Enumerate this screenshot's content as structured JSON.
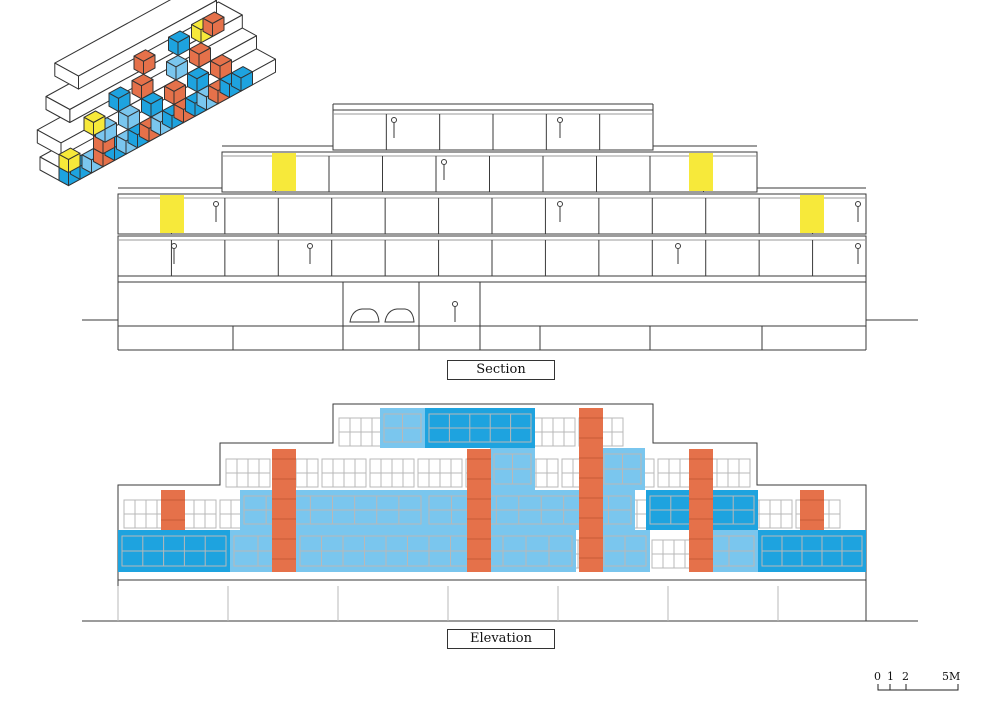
{
  "labels": {
    "section": "Section",
    "elevation": "Elevation"
  },
  "scale_bar": {
    "ticks": [
      "0",
      "1",
      "2",
      "5M"
    ]
  },
  "colors": {
    "line": "#3a3a3a",
    "light_line": "#9a9a9a",
    "yellow": "#f7e93a",
    "orange": "#e5714a",
    "blue": "#1ea3df",
    "light_blue": "#7ac6ee",
    "iso_top": "#ffffff"
  }
}
